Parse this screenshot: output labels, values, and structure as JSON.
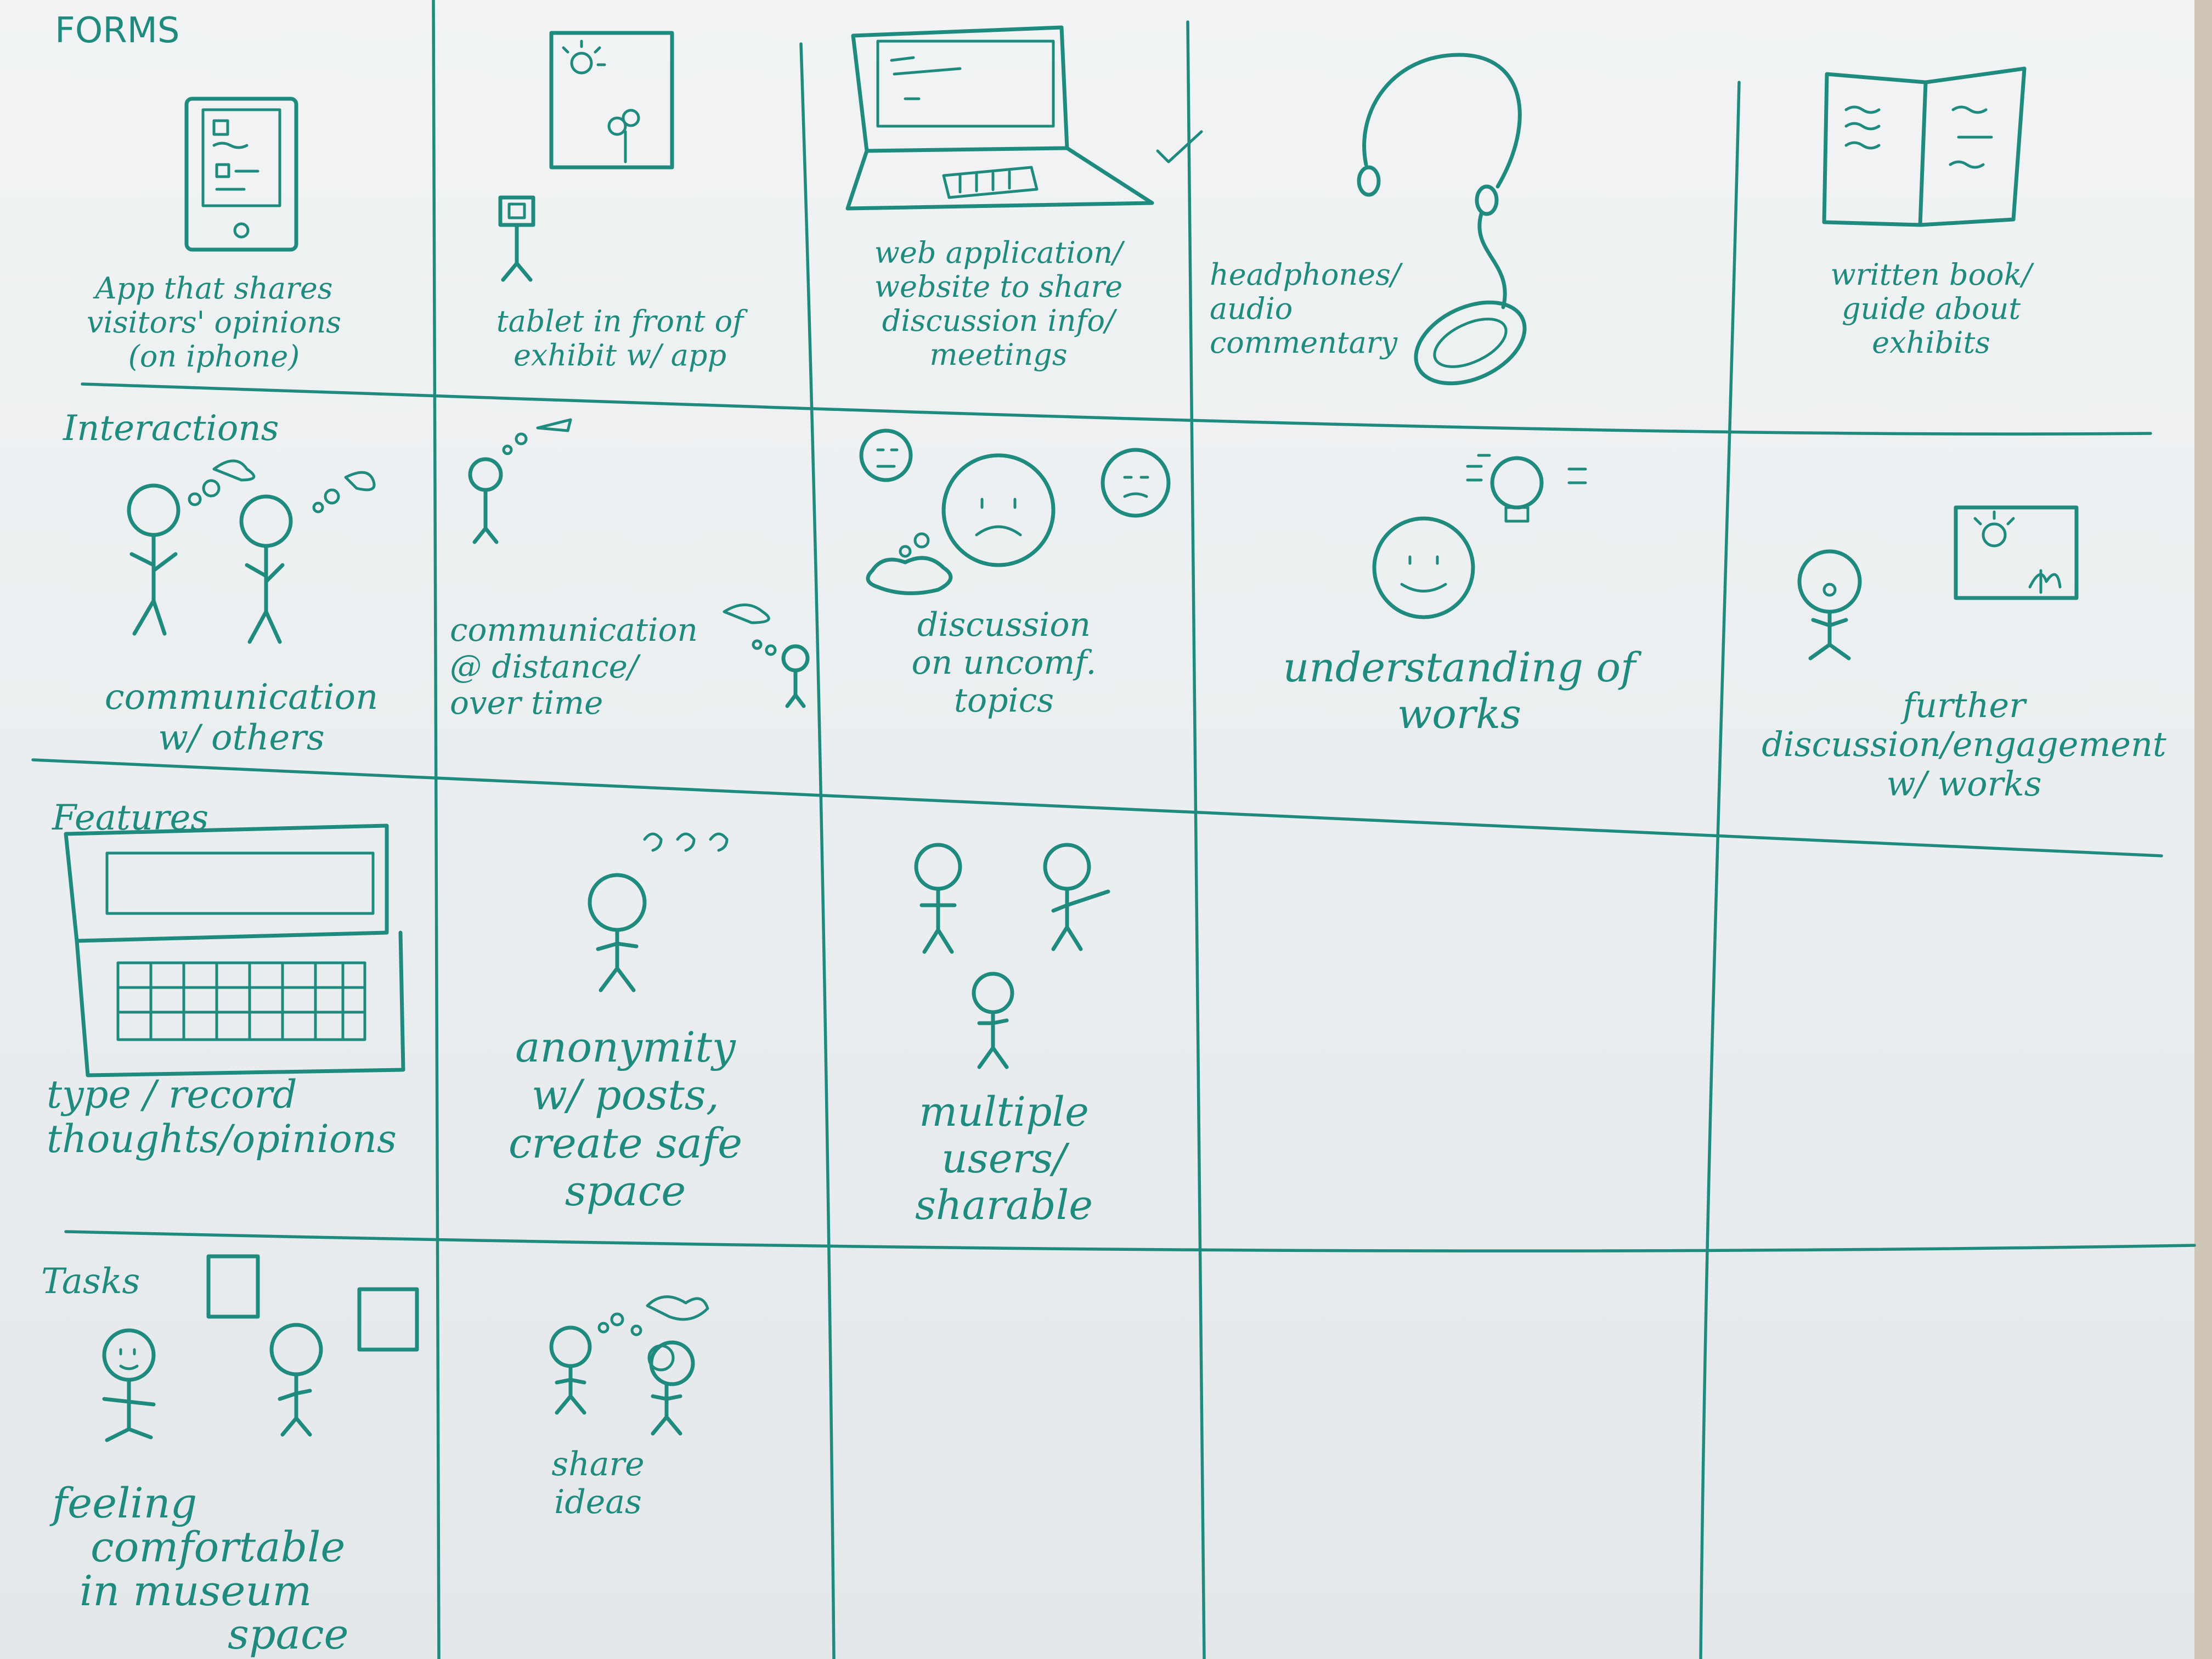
{
  "sheet": {
    "row_labels": {
      "forms": "FORMS",
      "interactions": "Interactions",
      "features": "Features",
      "tasks": "Tasks"
    },
    "forms": {
      "app": [
        "App that shares",
        "visitors' opinions",
        "(on iphone)"
      ],
      "tablet": [
        "tablet in front of",
        "exhibit w/ app"
      ],
      "web": [
        "web application/",
        "website to share",
        "discussion info/",
        "meetings"
      ],
      "headphones": [
        "headphones/",
        "audio",
        "commentary"
      ],
      "book": [
        "written book/",
        "guide about",
        "exhibits"
      ]
    },
    "interactions": {
      "communication": [
        "communication",
        "w/ others"
      ],
      "distance": [
        "communication",
        "@ distance/",
        "over time"
      ],
      "discussion": [
        "discussion",
        "on uncomf.",
        "topics"
      ],
      "understanding": [
        "understanding of",
        "works"
      ],
      "further": [
        "further",
        "discussion/engagement",
        "w/ works"
      ]
    },
    "features": {
      "type": [
        "type / record",
        "thoughts/opinions"
      ],
      "anonymity": [
        "anonymity",
        "w/ posts,",
        "create safe",
        "space"
      ],
      "multiple": [
        "multiple",
        "users/",
        "sharable"
      ]
    },
    "tasks": {
      "comfortable": [
        "feeling",
        "comfortable",
        "in museum",
        "space"
      ],
      "share": [
        "share",
        "ideas"
      ]
    }
  },
  "colors": {
    "ink": "#1f8a7e",
    "paper": "#eef1f2",
    "background": "#d8cfc2"
  }
}
